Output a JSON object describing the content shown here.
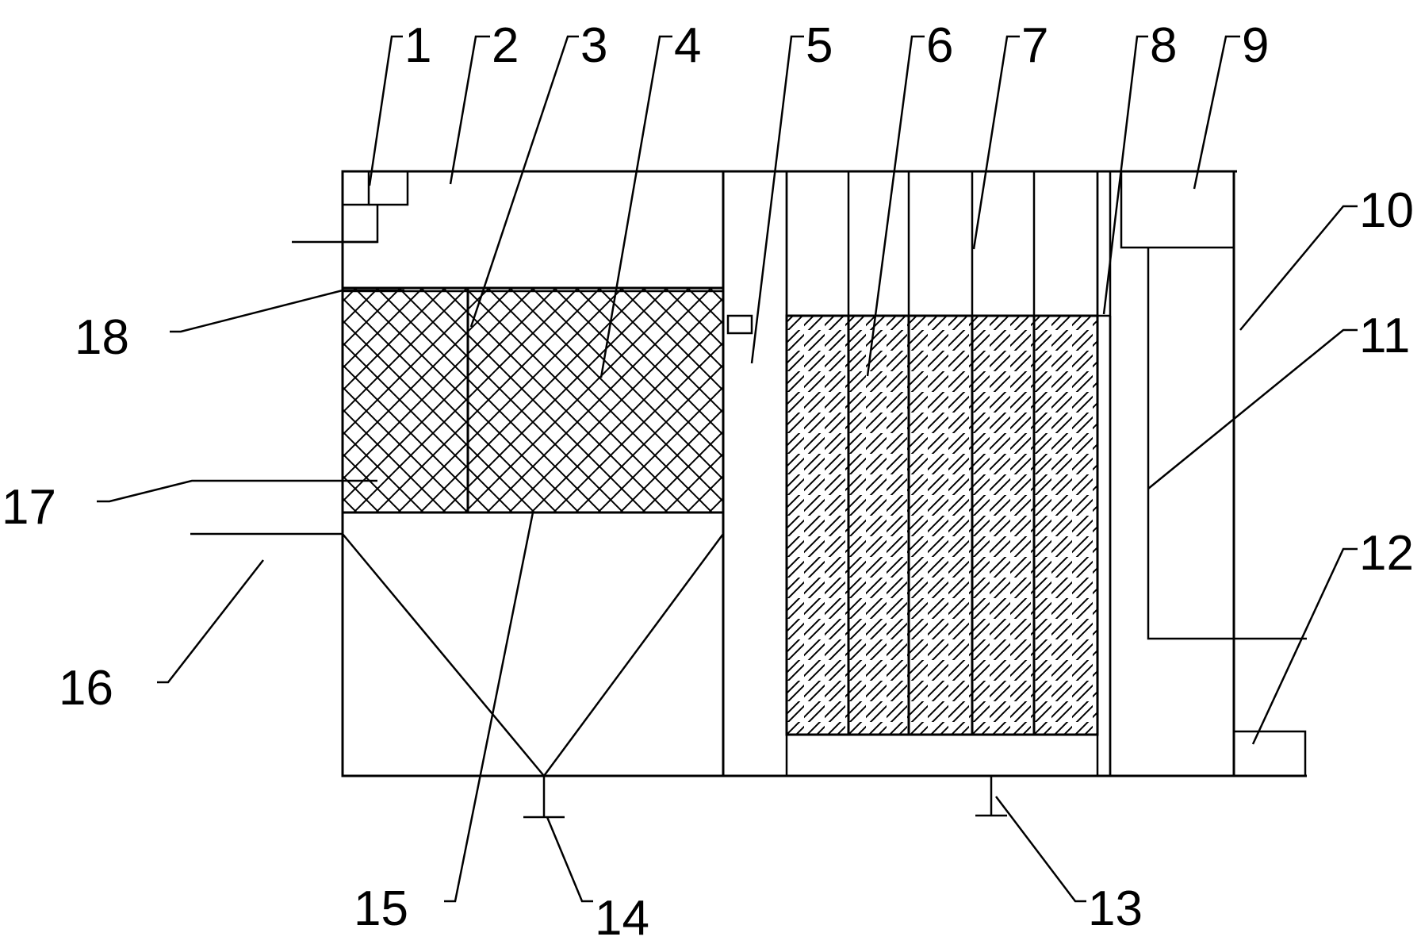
{
  "figure": {
    "background": "#ffffff",
    "stroke_color": "#000000",
    "callouts": [
      {
        "id": "1",
        "text": "1"
      },
      {
        "id": "2",
        "text": "2"
      },
      {
        "id": "3",
        "text": "3"
      },
      {
        "id": "4",
        "text": "4"
      },
      {
        "id": "5",
        "text": "5"
      },
      {
        "id": "6",
        "text": "6"
      },
      {
        "id": "7",
        "text": "7"
      },
      {
        "id": "8",
        "text": "8"
      },
      {
        "id": "9",
        "text": "9"
      },
      {
        "id": "10",
        "text": "10"
      },
      {
        "id": "11",
        "text": "11"
      },
      {
        "id": "12",
        "text": "12"
      },
      {
        "id": "13",
        "text": "13"
      },
      {
        "id": "14",
        "text": "14"
      },
      {
        "id": "15",
        "text": "15"
      },
      {
        "id": "16",
        "text": "16"
      },
      {
        "id": "17",
        "text": "17"
      },
      {
        "id": "18",
        "text": "18"
      }
    ]
  }
}
